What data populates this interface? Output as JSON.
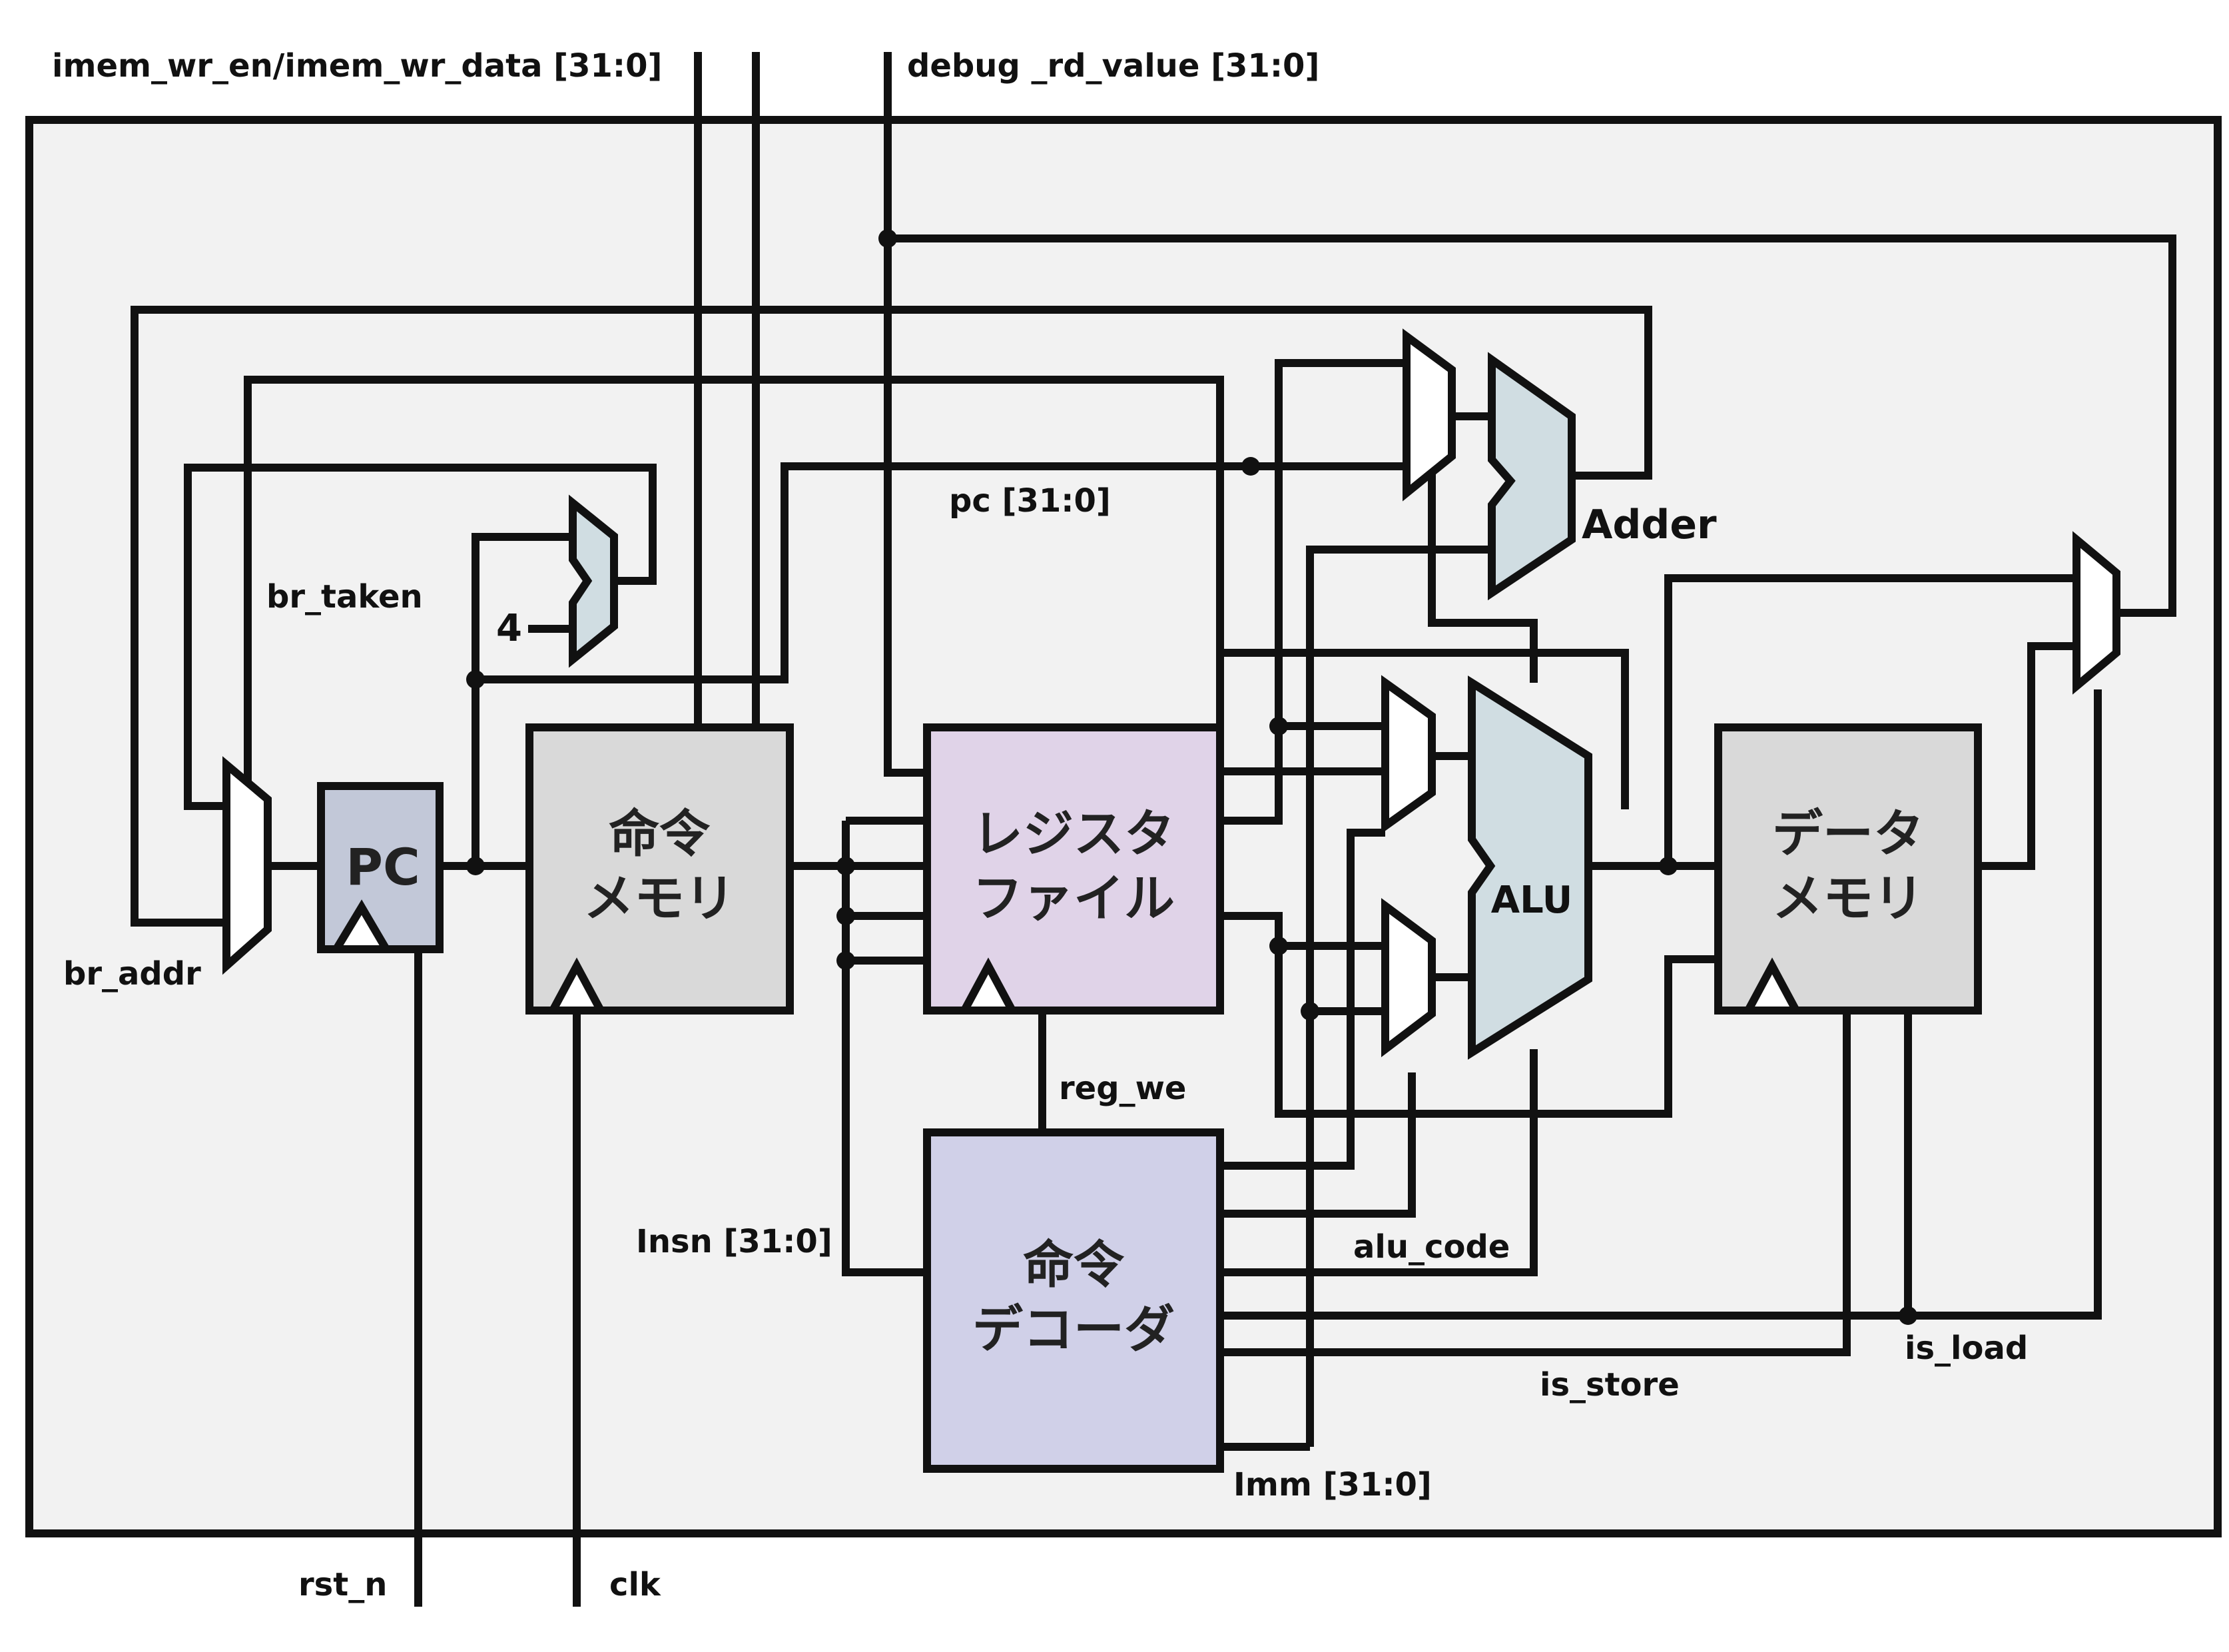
{
  "colors": {
    "frame_bg": "#f2f2f2",
    "pc_block": "#c2c8d8",
    "imem_block": "#d9d9d9",
    "regfile_block": "#e0d3e8",
    "decoder_block": "#d0d0e8",
    "dmem_block": "#d9d9d9",
    "alu_block": "#d0dde2",
    "adder_block": "#d0dde2",
    "mux": "#ffffff",
    "pc_adder_mux": "#d0dde2"
  },
  "blocks": {
    "pc": "PC",
    "imem": [
      "命令",
      "メモリ"
    ],
    "regfile": [
      "レジスタ",
      "ファイル"
    ],
    "decoder": [
      "命令",
      "デコーダ"
    ],
    "dmem": [
      "データ",
      "メモリ"
    ],
    "alu": "ALU",
    "adder": "Adder",
    "const4": "4"
  },
  "signals": {
    "imem_wr": "imem_wr_en/imem_wr_data [31:0]",
    "debug_rd": "debug _rd_value [31:0]",
    "pc": "pc [31:0]",
    "br_taken": "br_taken",
    "br_addr": "br_addr",
    "reg_we": "reg_we",
    "insn": "Insn [31:0]",
    "alu_code": "alu_code",
    "is_load": "is_load",
    "is_store": "is_store",
    "imm": "Imm [31:0]",
    "rst_n": "rst_n",
    "clk": "clk"
  }
}
